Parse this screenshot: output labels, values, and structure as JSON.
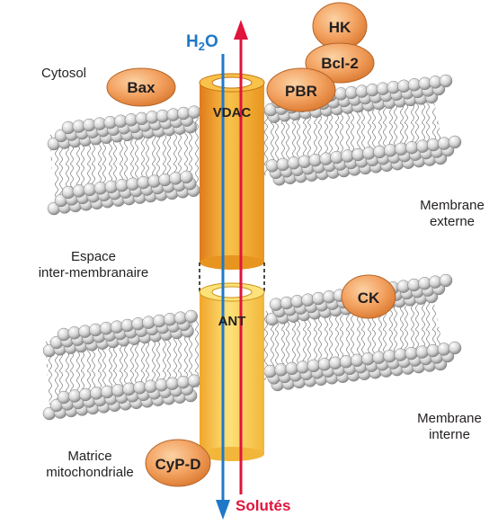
{
  "labels": {
    "cytosol": "Cytosol",
    "espace_line1": "Espace",
    "espace_line2": "inter-membranaire",
    "matrice_line1": "Matrice",
    "matrice_line2": "mitochondriale",
    "membrane_externe_line1": "Membrane",
    "membrane_externe_line2": "externe",
    "membrane_interne_line1": "Membrane",
    "membrane_interne_line2": "interne"
  },
  "proteins": {
    "bax": "Bax",
    "hk": "HK",
    "bcl2": "Bcl-2",
    "pbr": "PBR",
    "ck": "CK",
    "cypd": "CyP-D"
  },
  "channels": {
    "vdac": "VDAC",
    "ant": "ANT"
  },
  "arrows": {
    "water_main": "H",
    "water_sub": "2",
    "water_end": "O",
    "solutes": "Solutés"
  },
  "colors": {
    "protein_fill": "#f3a261",
    "channel_fill": "#f7b733",
    "water_arrow": "#1f78c8",
    "solute_arrow": "#e0143c",
    "lipid_head": "#d9d9d9"
  }
}
